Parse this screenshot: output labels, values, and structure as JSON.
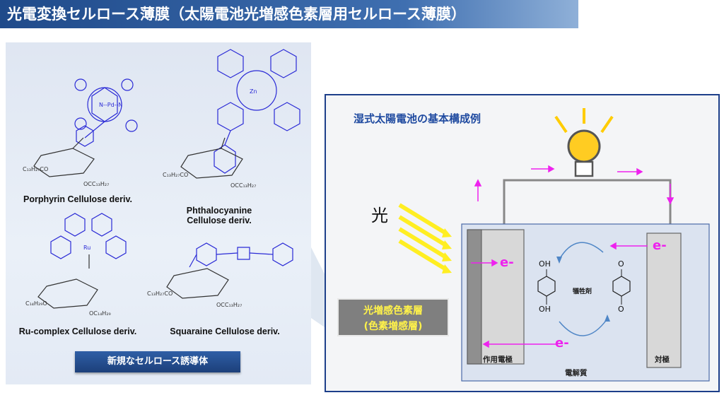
{
  "title": "光電変換セルロース薄膜（太陽電池光増感色素層用セルロース薄膜）",
  "left": {
    "molecules": [
      {
        "name": "Porphyrin Cellulose deriv."
      },
      {
        "name": "Phthalocyanine Cellulose deriv."
      },
      {
        "name": "Ru-complex Cellulose deriv."
      },
      {
        "name": "Squaraine Cellulose deriv."
      }
    ],
    "footer_label": "新規なセルロース誘導体"
  },
  "right": {
    "title": "湿式太陽電池の基本構成例",
    "light_label": "光",
    "callout": [
      "光増感色素層",
      "(色素増感層)"
    ],
    "electron_label": "e-",
    "working_electrode": "作用電極",
    "counter_electrode": "対極",
    "electrolyte": "電解質",
    "sacrificial": "犠牲剤",
    "oh_label": "OH",
    "o_label": "O"
  },
  "colors": {
    "title_bg": "#2a5595",
    "structure_blue": "#2a2ad6",
    "arrow_magenta": "#ee22ee",
    "light_yellow": "#ffee22",
    "panel_border": "#1d3f8a",
    "callout_text": "#fff24a"
  }
}
